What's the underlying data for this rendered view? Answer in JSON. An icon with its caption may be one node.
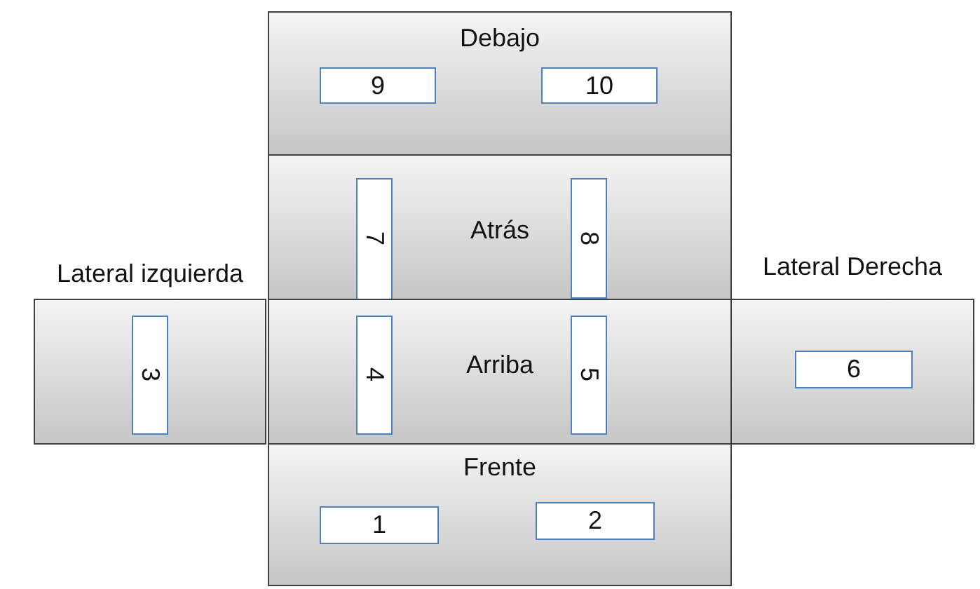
{
  "diagram": {
    "nodes": [
      {
        "text": [
          "Debajo"
        ]
      },
      {
        "text": [
          "9"
        ],
        "in": 0
      },
      {
        "text": [
          "10"
        ],
        "in": 0
      },
      {
        "text": [
          "Atrás"
        ]
      },
      {
        "text": [
          "7"
        ],
        "in": 3
      },
      {
        "text": [
          "8"
        ],
        "in": 3
      },
      {
        "text": [
          "Lateral izquierda"
        ]
      },
      {
        "text": [
          "3"
        ],
        "in": 6
      },
      {
        "text": [
          "Arriba"
        ]
      },
      {
        "text": [
          "4"
        ],
        "in": 8
      },
      {
        "text": [
          "5"
        ],
        "in": 8
      },
      {
        "text": [
          "Lateral Derecha"
        ]
      },
      {
        "text": [
          "6"
        ],
        "in": 11
      },
      {
        "text": [
          "Frente"
        ]
      },
      {
        "text": [
          "1"
        ],
        "in": 13
      },
      {
        "text": [
          "2"
        ],
        "in": 13
      }
    ],
    "edges": []
  }
}
